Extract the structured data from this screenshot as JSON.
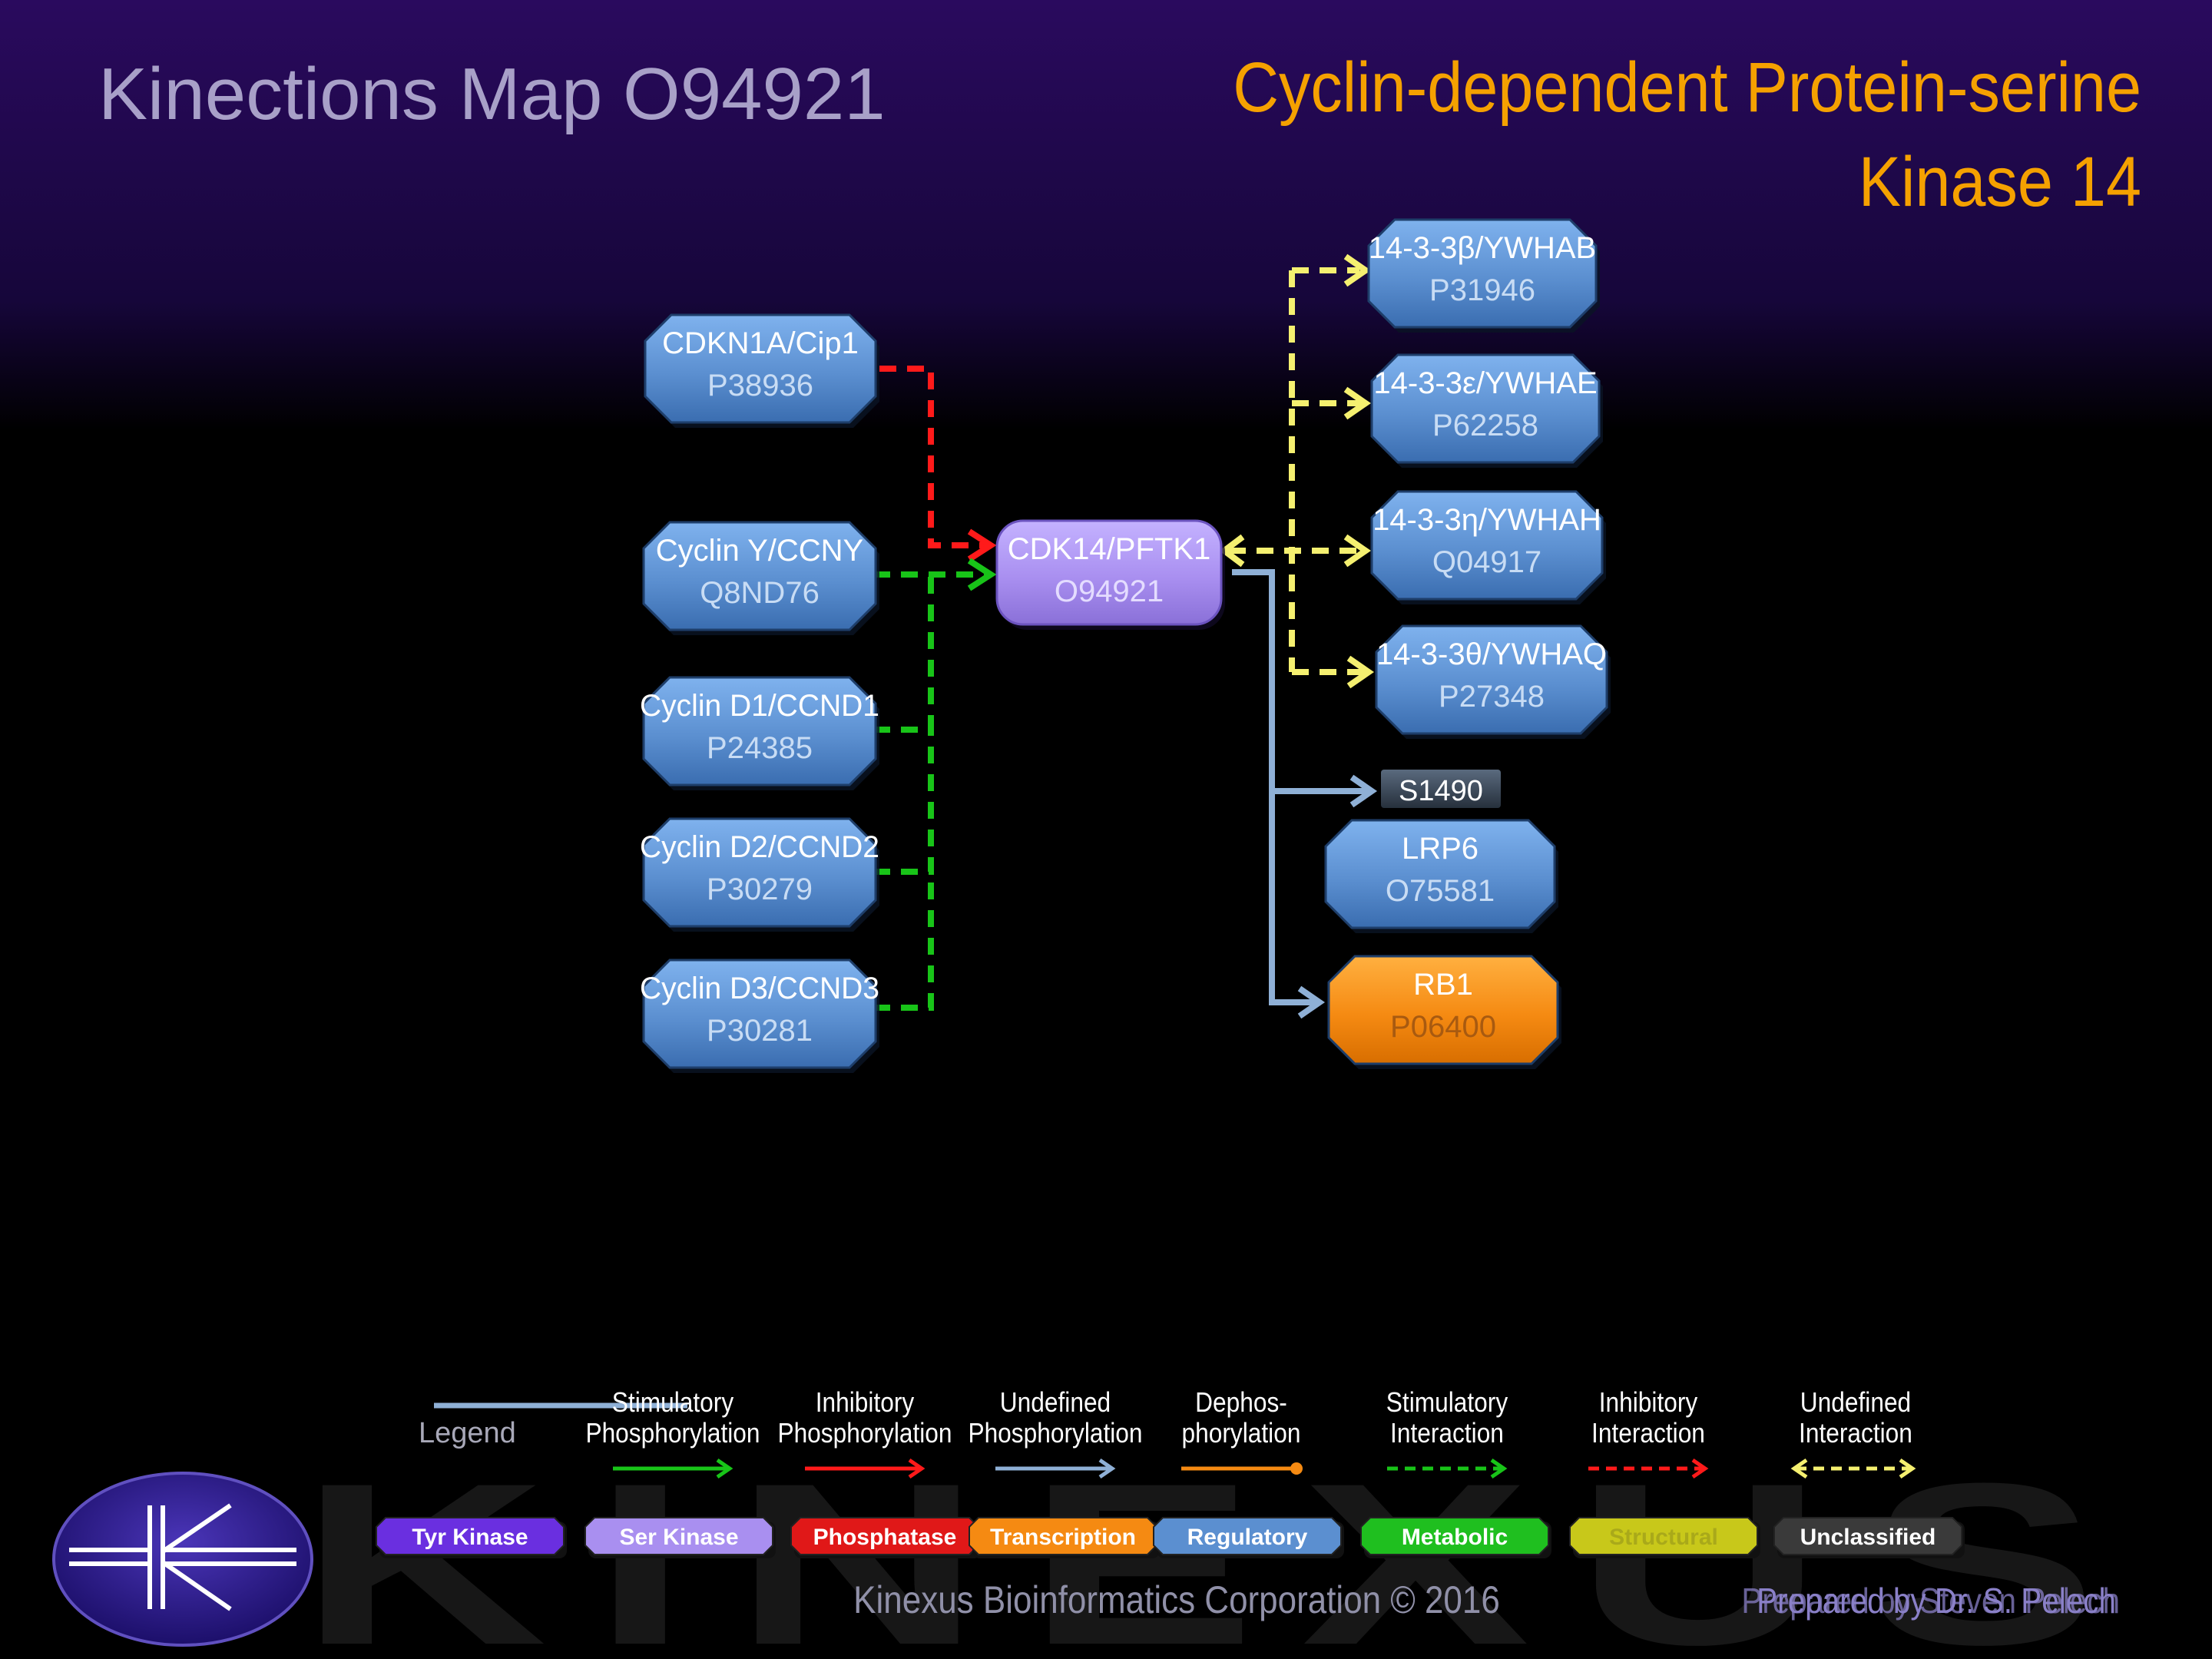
{
  "header": {
    "map_title": "Kinections Map O94921",
    "protein_title_line1": "Cyclin-dependent Protein-serine",
    "protein_title_line2": "Kinase 14"
  },
  "colors": {
    "header_purple": "#2a0a5e",
    "regulatory_blue": "#5b8fd0",
    "ser_kinase": "#a98ff0",
    "transcription_orange": "#f58a12",
    "title_gray": "#a8a0c8",
    "title_orange": "#f5a100",
    "arrow_red": "#ff1a1a",
    "arrow_green": "#18c418",
    "arrow_yellow": "#f5f070",
    "arrow_blue": "#8fb0d6"
  },
  "nodes": {
    "cdkn1a": {
      "name": "CDKN1A/Cip1",
      "id": "P38936",
      "category": "Regulatory"
    },
    "ccny": {
      "name": "Cyclin Y/CCNY",
      "id": "Q8ND76",
      "category": "Regulatory"
    },
    "ccnd1": {
      "name": "Cyclin D1/CCND1",
      "id": "P24385",
      "category": "Regulatory"
    },
    "ccnd2": {
      "name": "Cyclin D2/CCND2",
      "id": "P30279",
      "category": "Regulatory"
    },
    "ccnd3": {
      "name": "Cyclin D3/CCND3",
      "id": "P30281",
      "category": "Regulatory"
    },
    "cdk14": {
      "name": "CDK14/PFTK1",
      "id": "O94921",
      "category": "Ser Kinase"
    },
    "ywhab": {
      "name": "14-3-3β/YWHAB",
      "id": "P31946",
      "category": "Regulatory"
    },
    "ywhae": {
      "name": "14-3-3ε/YWHAE",
      "id": "P62258",
      "category": "Regulatory"
    },
    "ywhah": {
      "name": "14-3-3η/YWHAH",
      "id": "Q04917",
      "category": "Regulatory"
    },
    "ywhaq": {
      "name": "14-3-3θ/YWHAQ",
      "id": "P27348",
      "category": "Regulatory"
    },
    "lrp6": {
      "name": "LRP6",
      "id": "O75581",
      "category": "Regulatory",
      "site": "S1490"
    },
    "rb1": {
      "name": "RB1",
      "id": "P06400",
      "category": "Transcription"
    }
  },
  "edges": [
    {
      "from": "CDKN1A/Cip1",
      "to": "CDK14/PFTK1",
      "type": "Inhibitory Interaction"
    },
    {
      "from": "Cyclin Y/CCNY",
      "to": "CDK14/PFTK1",
      "type": "Stimulatory Interaction"
    },
    {
      "from": "Cyclin D1/CCND1",
      "to": "CDK14/PFTK1",
      "type": "Stimulatory Interaction"
    },
    {
      "from": "Cyclin D2/CCND2",
      "to": "CDK14/PFTK1",
      "type": "Stimulatory Interaction"
    },
    {
      "from": "Cyclin D3/CCND3",
      "to": "CDK14/PFTK1",
      "type": "Stimulatory Interaction"
    },
    {
      "from": "CDK14/PFTK1",
      "to": "14-3-3β/YWHAB",
      "type": "Undefined Interaction"
    },
    {
      "from": "CDK14/PFTK1",
      "to": "14-3-3ε/YWHAE",
      "type": "Undefined Interaction"
    },
    {
      "from": "CDK14/PFTK1",
      "to": "14-3-3η/YWHAH",
      "type": "Undefined Interaction"
    },
    {
      "from": "CDK14/PFTK1",
      "to": "14-3-3θ/YWHAQ",
      "type": "Undefined Interaction"
    },
    {
      "from": "CDK14/PFTK1",
      "to": "LRP6",
      "type": "Undefined Phosphorylation"
    },
    {
      "from": "CDK14/PFTK1",
      "to": "RB1",
      "type": "Undefined Phosphorylation"
    }
  ],
  "legend": {
    "title": "Legend",
    "edge_types": [
      {
        "line1": "Stimulatory",
        "line2": "Phosphorylation",
        "color": "#18c418",
        "style": "solid",
        "head": "arrow"
      },
      {
        "line1": "Inhibitory",
        "line2": "Phosphorylation",
        "color": "#ff1a1a",
        "style": "solid",
        "head": "arrow"
      },
      {
        "line1": "Undefined",
        "line2": "Phosphorylation",
        "color": "#8fb0d6",
        "style": "solid",
        "head": "arrow"
      },
      {
        "line1": "Dephos-",
        "line2": "phorylation",
        "color": "#f58a12",
        "style": "solid",
        "head": "dot"
      },
      {
        "line1": "Stimulatory",
        "line2": "Interaction",
        "color": "#18c418",
        "style": "dashed",
        "head": "arrow"
      },
      {
        "line1": "Inhibitory",
        "line2": "Interaction",
        "color": "#ff1a1a",
        "style": "dashed",
        "head": "arrow"
      },
      {
        "line1": "Undefined",
        "line2": "Interaction",
        "color": "#f5f070",
        "style": "dashed",
        "head": "both"
      }
    ],
    "categories": [
      {
        "label": "Tyr Kinase",
        "color": "#6a2fe0",
        "text": "#ffffff"
      },
      {
        "label": "Ser Kinase",
        "color": "#a98ff0",
        "text": "#ffffff"
      },
      {
        "label": "Phosphatase",
        "color": "#e01818",
        "text": "#ffffff"
      },
      {
        "label": "Transcription",
        "color": "#f58a12",
        "text": "#ffffff"
      },
      {
        "label": "Regulatory",
        "color": "#5b8fd0",
        "text": "#ffffff"
      },
      {
        "label": "Metabolic",
        "color": "#1fbf1f",
        "text": "#ffffff"
      },
      {
        "label": "Structural",
        "color": "#c8c81a",
        "text": "#a9a91a"
      },
      {
        "label": "Unclassified",
        "color": "#3a3a3a",
        "text": "#ffffff"
      }
    ]
  },
  "footer": {
    "watermark": "KINEXUS",
    "copyright": "Kinexus Bioinformatics Corporation © 2016",
    "prepared_by": "Prepared by Dr. S. Pelech",
    "prepared_by_overlap": "Prepared by Steven Pelech"
  }
}
